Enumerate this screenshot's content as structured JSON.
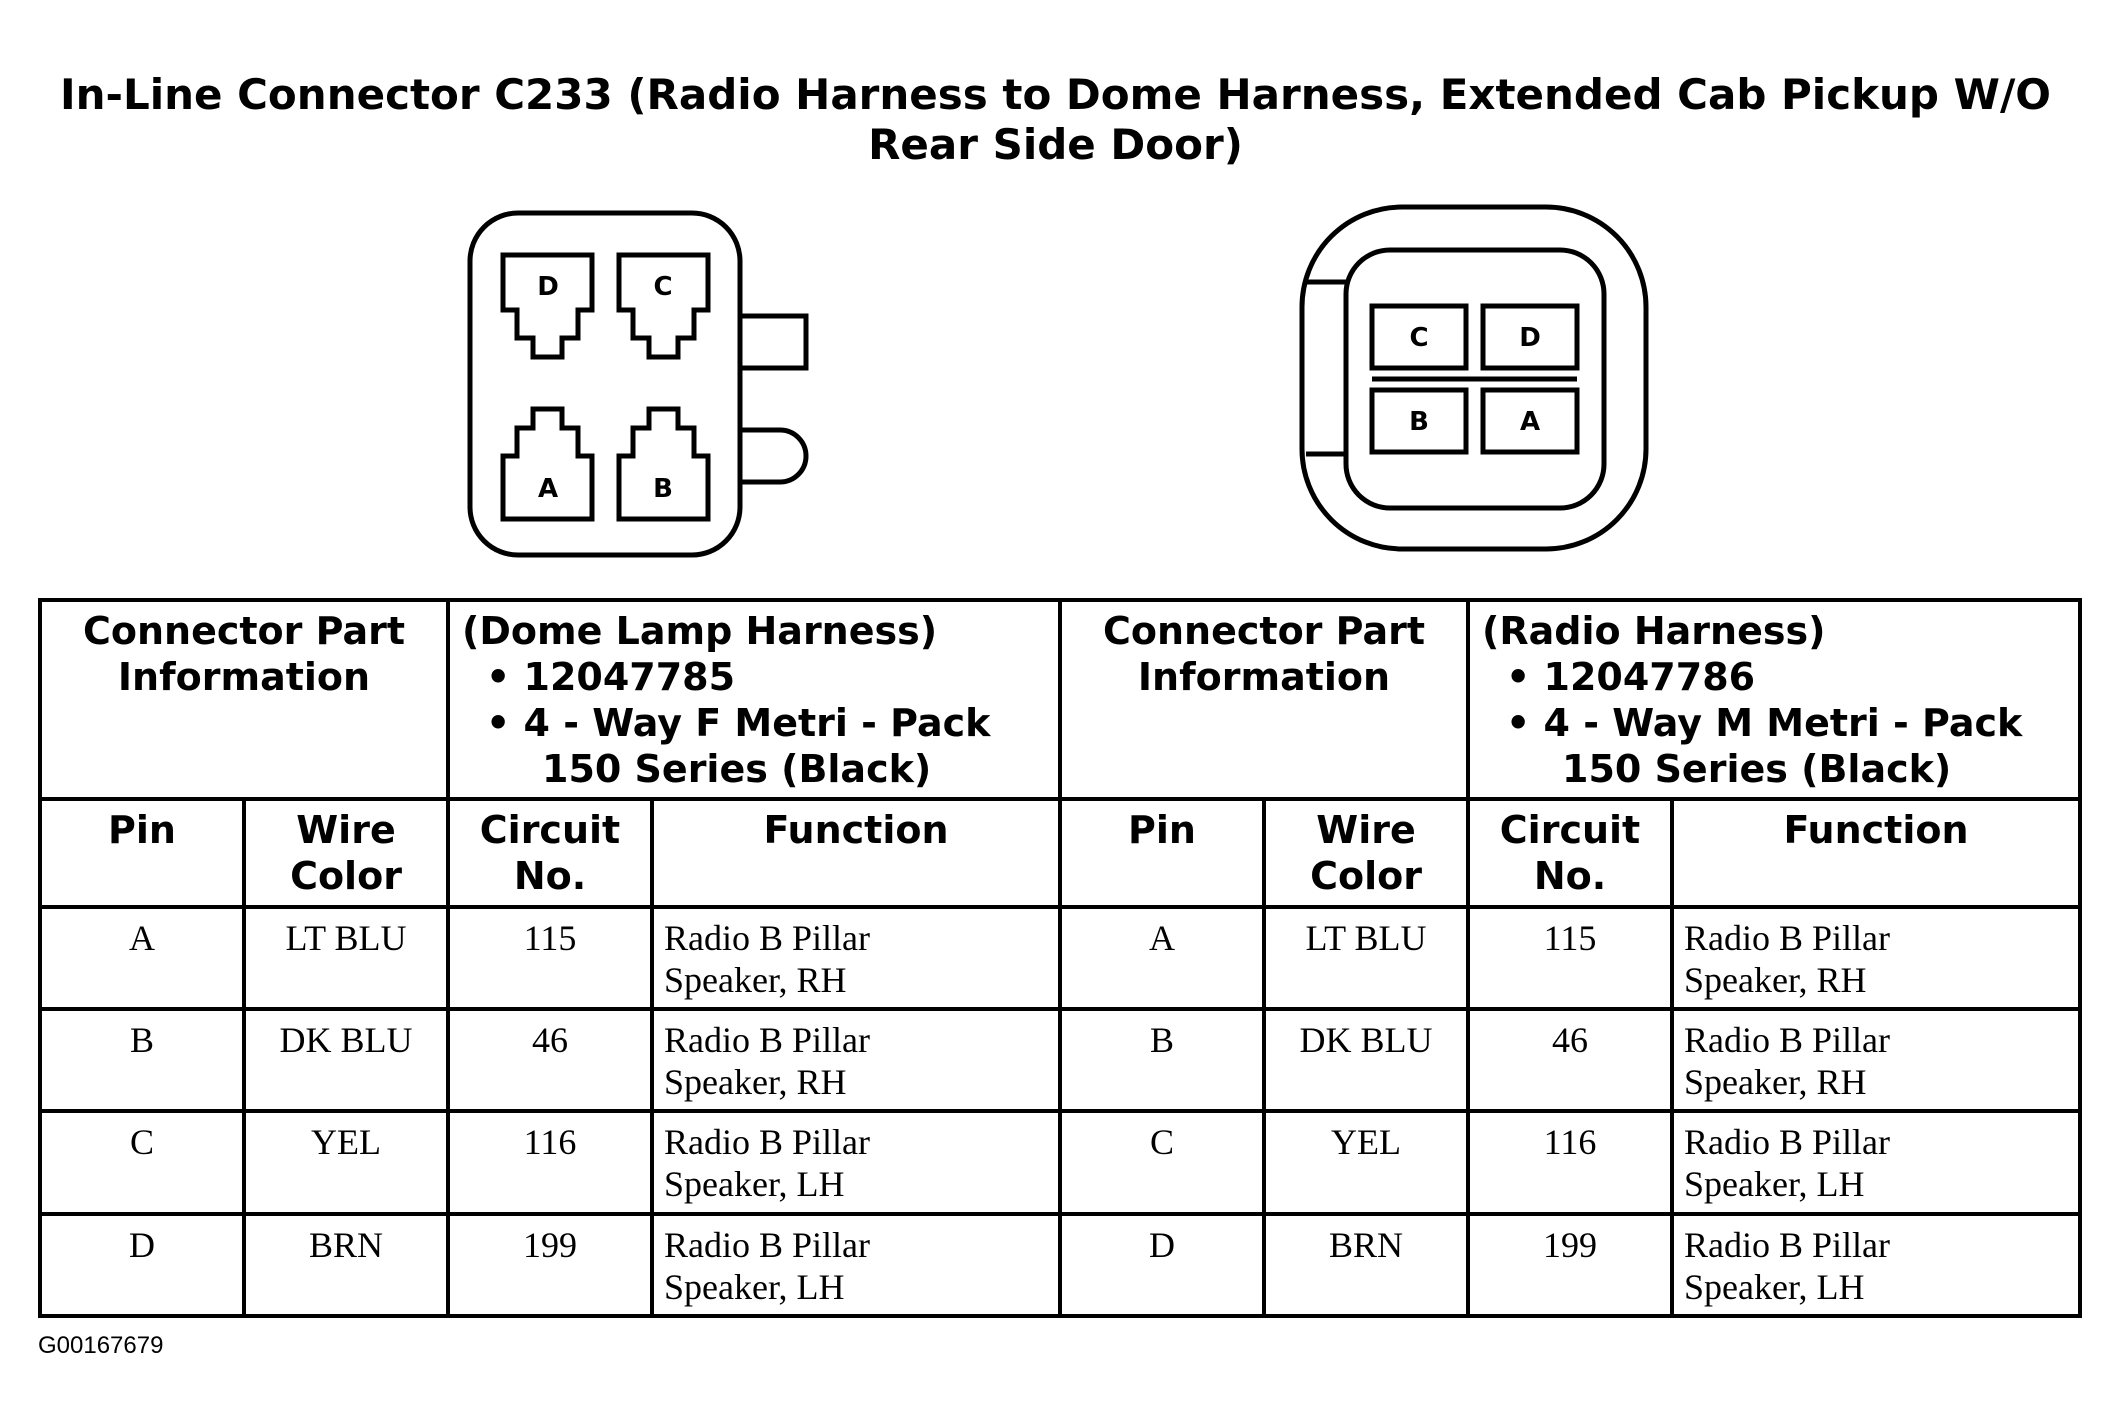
{
  "title": "In-Line Connector C233 (Radio Harness to Dome Harness, Extended Cab Pickup W/O Rear Side Door)",
  "figure_id": "G00167679",
  "connectors": {
    "left": {
      "pins": [
        "D",
        "C",
        "A",
        "B"
      ]
    },
    "right": {
      "pins": [
        "C",
        "D",
        "B",
        "A"
      ]
    }
  },
  "table": {
    "left": {
      "info_header": "Connector Part Information",
      "harness": "(Dome Lamp Harness)",
      "part_number": "12047785",
      "description_line1": "4 - Way F Metri - Pack",
      "description_line2": "150 Series (Black)"
    },
    "right": {
      "info_header": "Connector Part Information",
      "harness": "(Radio Harness)",
      "part_number": "12047786",
      "description_line1": "4 - Way M Metri - Pack",
      "description_line2": "150 Series (Black)"
    },
    "columns": {
      "pin": "Pin",
      "wire_color_1": "Wire",
      "wire_color_2": "Color",
      "circuit_1": "Circuit",
      "circuit_2": "No.",
      "function": "Function"
    },
    "rows": [
      {
        "pin": "A",
        "wire": "LT BLU",
        "circuit": "115",
        "function_1": "Radio B Pillar",
        "function_2": "Speaker, RH"
      },
      {
        "pin": "B",
        "wire": "DK BLU",
        "circuit": "46",
        "function_1": "Radio B Pillar",
        "function_2": "Speaker, RH"
      },
      {
        "pin": "C",
        "wire": "YEL",
        "circuit": "116",
        "function_1": "Radio B Pillar",
        "function_2": "Speaker, LH"
      },
      {
        "pin": "D",
        "wire": "BRN",
        "circuit": "199",
        "function_1": "Radio B Pillar",
        "function_2": "Speaker, LH"
      }
    ]
  }
}
